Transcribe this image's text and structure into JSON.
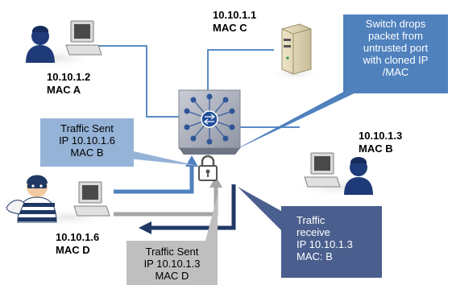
{
  "nodes": {
    "user_a": {
      "ip": "10.10.1.2",
      "mac": "MAC A"
    },
    "server_c": {
      "ip": "10.10.1.1",
      "mac": "MAC C"
    },
    "user_b": {
      "ip": "10.10.1.3",
      "mac": "MAC B"
    },
    "attacker_d": {
      "ip": "10.10.1.6",
      "mac": "MAC D"
    }
  },
  "callouts": {
    "switch_note": "Switch drops\npacket from\nuntrusted port\nwith cloned IP\n/MAC",
    "traffic_sent_legit": "Traffic Sent\nIP 10.10.1.6\nMAC B",
    "traffic_sent_spoofed": "Traffic Sent\nIP 10.10.1.3\nMAC D",
    "traffic_receive": "Traffic\nreceive\nIP 10.10.1.3\nMAC: B"
  },
  "colors": {
    "link_line": "#5b8bc4",
    "switch_note_bg": "#4f81bd",
    "traffic_sent_bg": "#95b3d7",
    "spoofed_bg": "#bfbfbf",
    "receive_bg": "#4a5f8e",
    "arrow_blue": "#4f81bd",
    "arrow_navy": "#1f3864",
    "arrow_gray": "#a6a6a6"
  }
}
